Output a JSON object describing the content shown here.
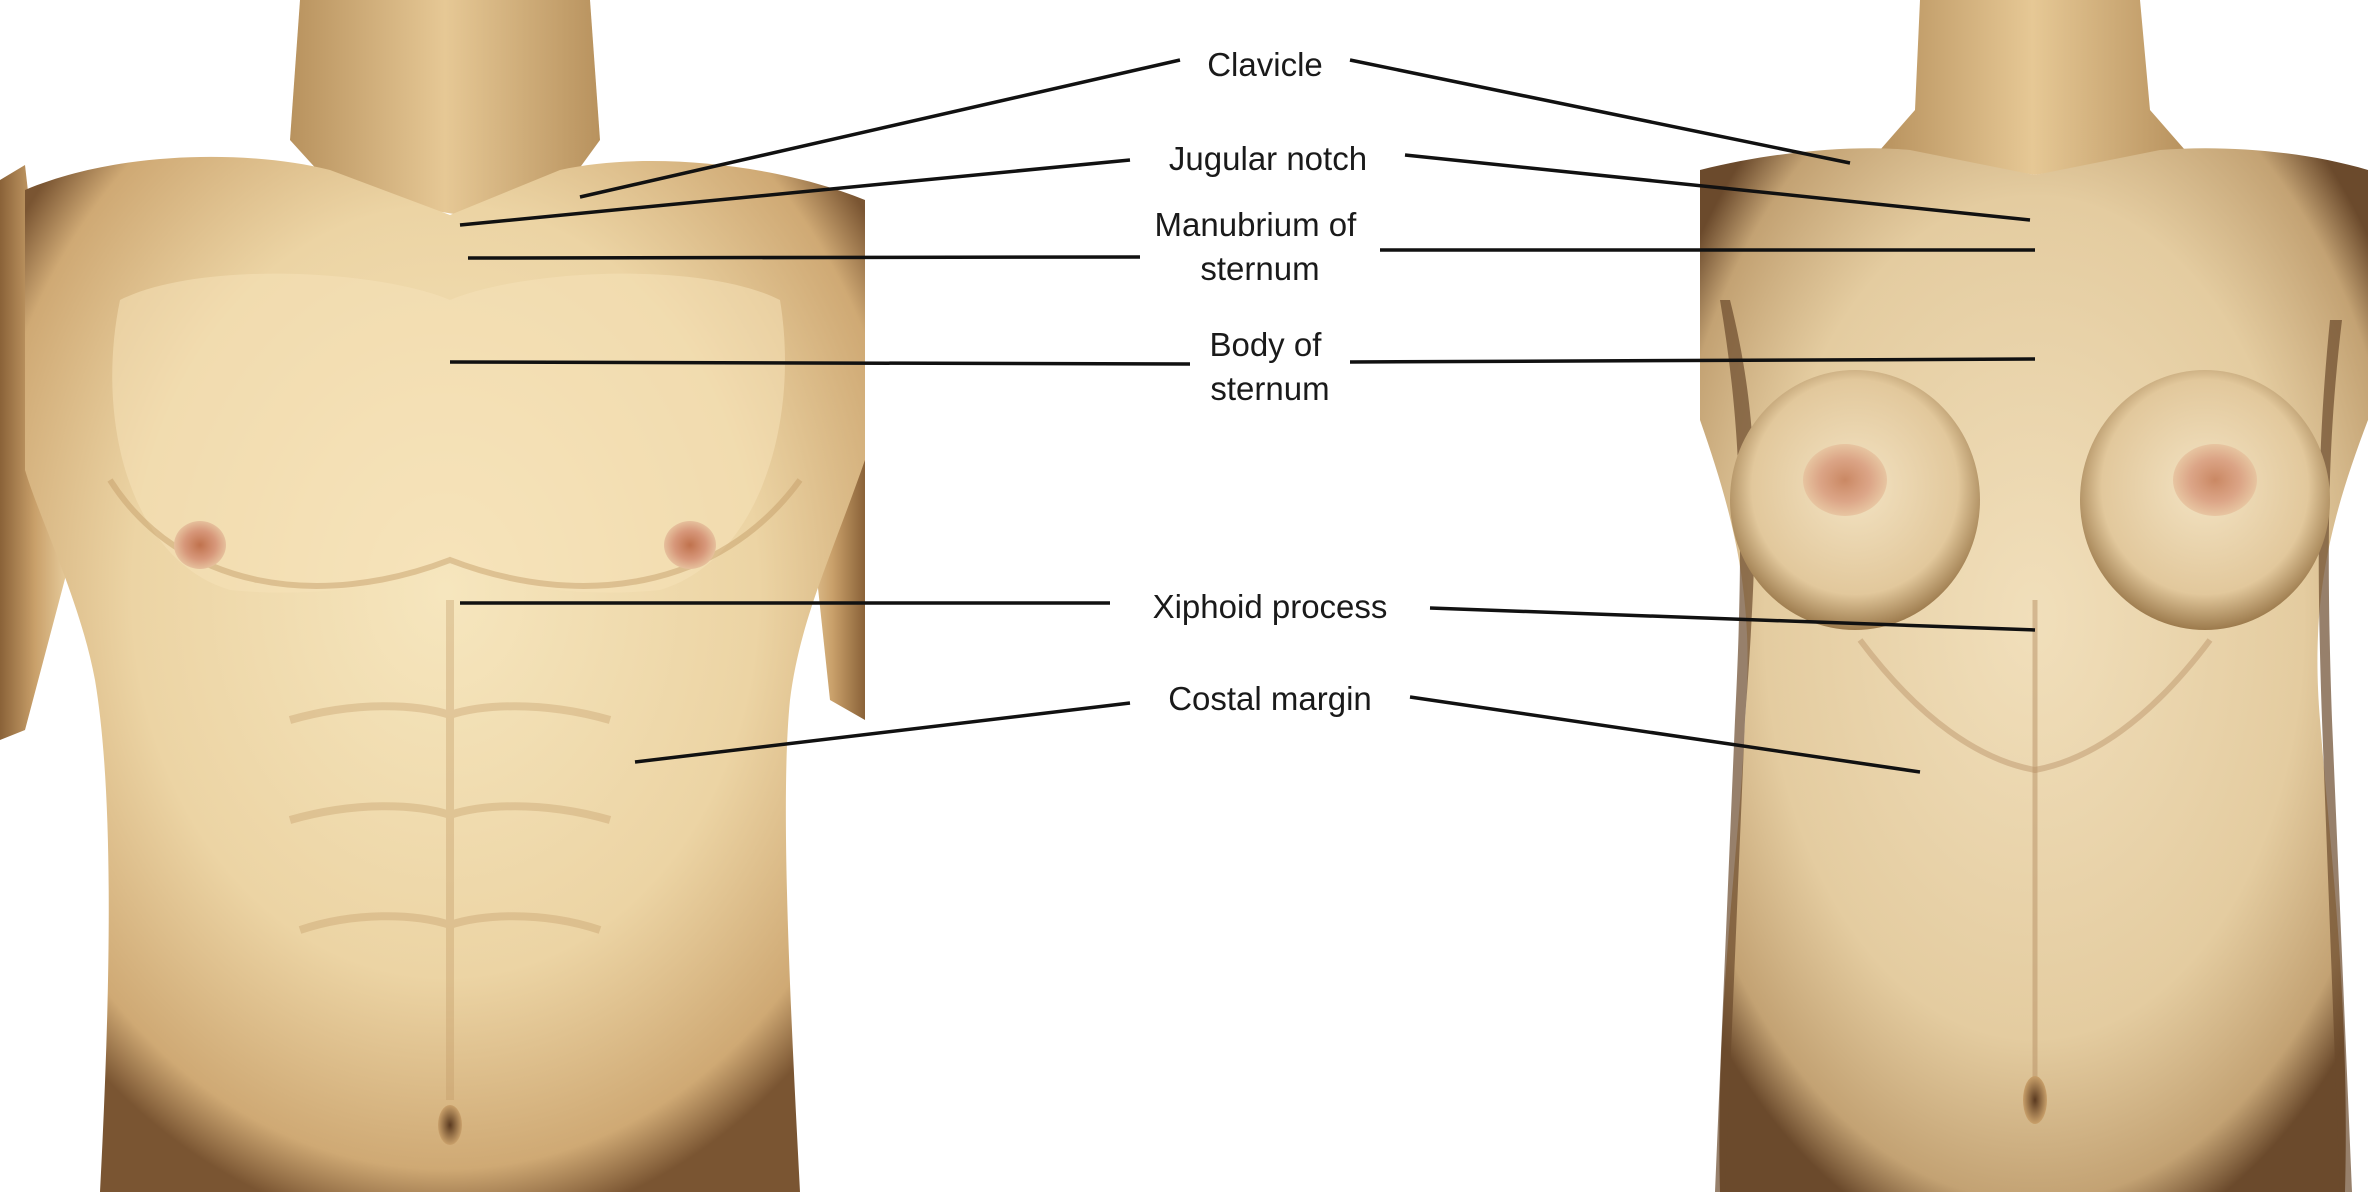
{
  "figure": {
    "labels": [
      {
        "id": "clavicle",
        "lines": [
          "Clavicle"
        ]
      },
      {
        "id": "jugular-notch",
        "lines": [
          "Jugular notch"
        ]
      },
      {
        "id": "manubrium",
        "lines": [
          "Manubrium of",
          "sternum"
        ]
      },
      {
        "id": "body-of-sternum",
        "lines": [
          "Body of",
          "sternum"
        ]
      },
      {
        "id": "xiphoid",
        "lines": [
          "Xiphoid process"
        ]
      },
      {
        "id": "costal-margin",
        "lines": [
          "Costal margin"
        ]
      }
    ],
    "panels": [
      "male-torso",
      "female-torso"
    ]
  },
  "colors": {
    "skin_light": "#f3dfb4",
    "skin_mid": "#e9cd9c",
    "skin_shadow": "#b8925e",
    "skin_dark": "#6b4a2c",
    "leader_line": "#111111",
    "background": "#ffffff"
  }
}
